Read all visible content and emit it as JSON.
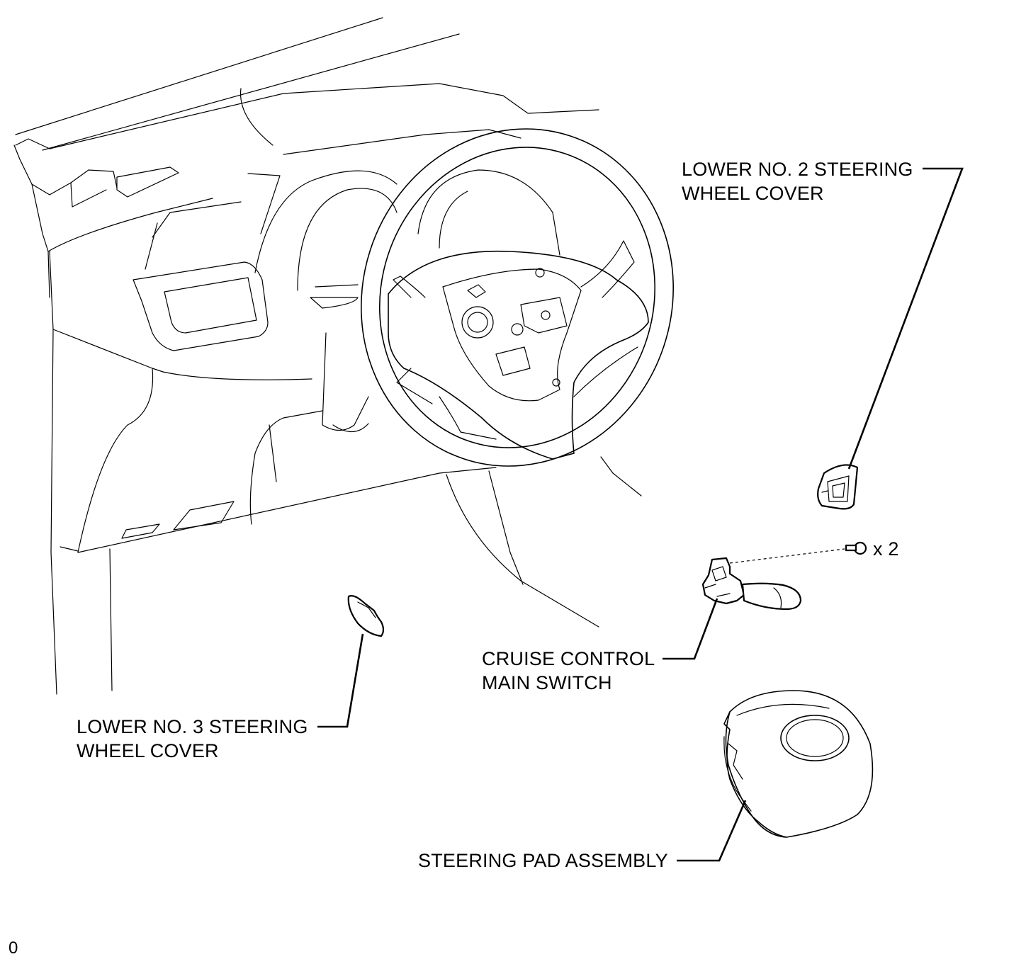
{
  "labels": {
    "lower_no2_cover": [
      "LOWER NO. 2 STEERING",
      "WHEEL COVER"
    ],
    "lower_no3_cover": [
      "LOWER NO. 3 STEERING",
      "WHEEL COVER"
    ],
    "cruise_switch": [
      "CRUISE CONTROL",
      "MAIN SWITCH"
    ],
    "steering_pad": [
      "STEERING PAD ASSEMBLY"
    ],
    "screw_qty": "x 2"
  },
  "figure_code": "0"
}
